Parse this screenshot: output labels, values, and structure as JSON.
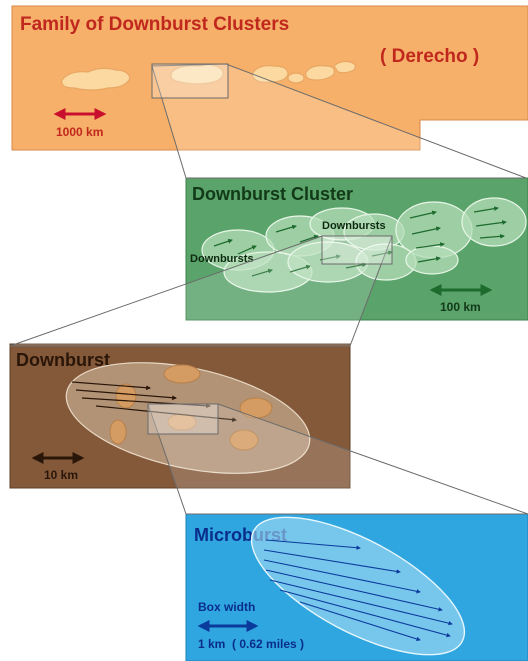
{
  "family_panel": {
    "title": "Family of Downburst Clusters",
    "subtitle": "( Derecho )",
    "scale_label": "1000 km",
    "colors": {
      "fill": "#f7b06a",
      "title": "#c0281e",
      "arrow": "#c8102e"
    }
  },
  "cluster_panel": {
    "title": "Downburst Cluster",
    "label_downbursts_upper": "Downbursts",
    "label_downbursts_lower": "Downbursts",
    "scale_label": "100 km",
    "colors": {
      "fill": "#5aa36a",
      "title": "#123a18",
      "arrow": "#1e6b2e"
    }
  },
  "downburst_panel": {
    "title": "Downburst",
    "scale_label": "10 km",
    "colors": {
      "fill": "#84593a",
      "title": "#2a1608",
      "arrow": "#2a1608"
    }
  },
  "microburst_panel": {
    "title": "Microburst",
    "scale_caption": "Box width",
    "scale_label": "1 km  ( 0.62 miles )",
    "colors": {
      "fill": "#2fa6e0",
      "title": "#0a2d8c",
      "arrow": "#0a3a9c"
    }
  }
}
